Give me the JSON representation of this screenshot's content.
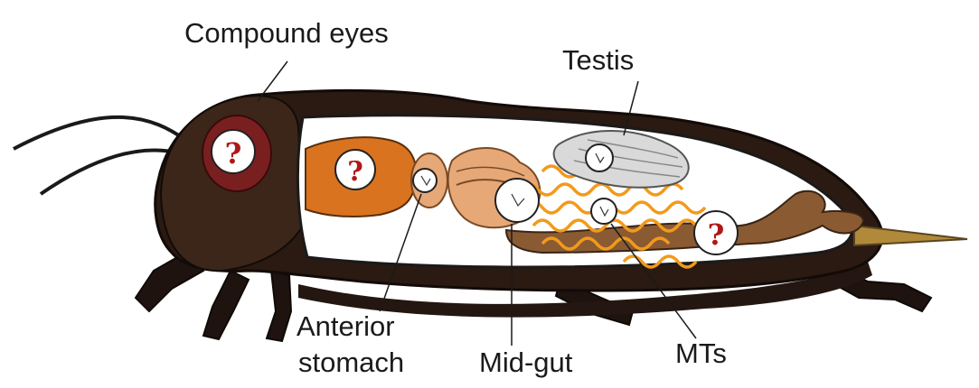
{
  "labels": {
    "compound_eyes": "Compound eyes",
    "testis": "Testis",
    "anterior_stomach_line1": "Anterior",
    "anterior_stomach_line2": "stomach",
    "mid_gut": "Mid-gut",
    "mts": "MTs"
  },
  "markers": {
    "unknown_symbol": "?"
  },
  "colors": {
    "body": "#2a1a12",
    "crop": "#d9731f",
    "foregut": "#e7a877",
    "hindgut": "#8a5a33",
    "tubules": "#f29a1a",
    "testis": "#d9d9d9",
    "eye": "#7a1f1f",
    "question_mark": "#b01818"
  }
}
